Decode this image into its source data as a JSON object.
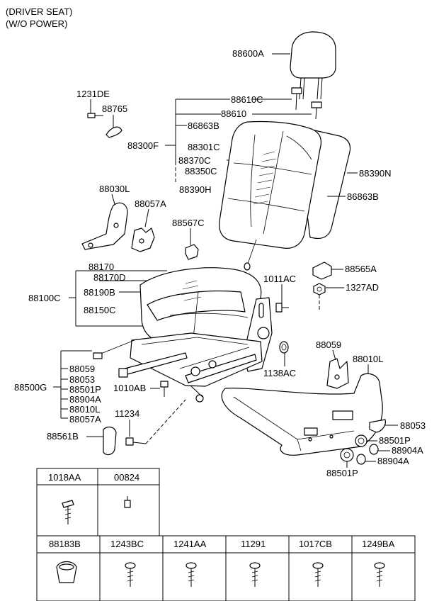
{
  "header": {
    "line1": "(DRIVER SEAT)",
    "line2": "(W/O POWER)"
  },
  "labels": {
    "p88600A": "88600A",
    "p1231DE": "1231DE",
    "p88765": "88765",
    "p88610C": "88610C",
    "p88610": "88610",
    "p86863B_top": "86863B",
    "p88300F": "88300F",
    "p88301C": "88301C",
    "p88370C": "88370C",
    "p88350C": "88350C",
    "p88390H": "88390H",
    "p88390N": "88390N",
    "p86863B_side": "86863B",
    "p88030L": "88030L",
    "p88057A_top": "88057A",
    "p88567C": "88567C",
    "p88565A": "88565A",
    "p88170": "88170",
    "p88170D": "88170D",
    "p1011AC": "1011AC",
    "p1327AD": "1327AD",
    "p88100C": "88100C",
    "p88190B": "88190B",
    "p88150C": "88150C",
    "p88059_right": "88059",
    "p88010L_right": "88010L",
    "p1138AC": "1138AC",
    "p88059": "88059",
    "p88053": "88053",
    "p88501P": "88501P",
    "p88904A": "88904A",
    "p88010L": "88010L",
    "p88057A": "88057A",
    "p88500G": "88500G",
    "p1010AB": "1010AB",
    "p11234": "11234",
    "p88561B": "88561B",
    "p88053_right": "88053",
    "p88501P_right": "88501P",
    "p88904A_r1": "88904A",
    "p88904A_r2": "88904A",
    "p88501P_bottom": "88501P"
  },
  "table": {
    "row1": [
      "1018AA",
      "00824"
    ],
    "row2": [
      "88183B",
      "1243BC",
      "1241AA",
      "11291",
      "1017CB",
      "1249BA"
    ]
  }
}
